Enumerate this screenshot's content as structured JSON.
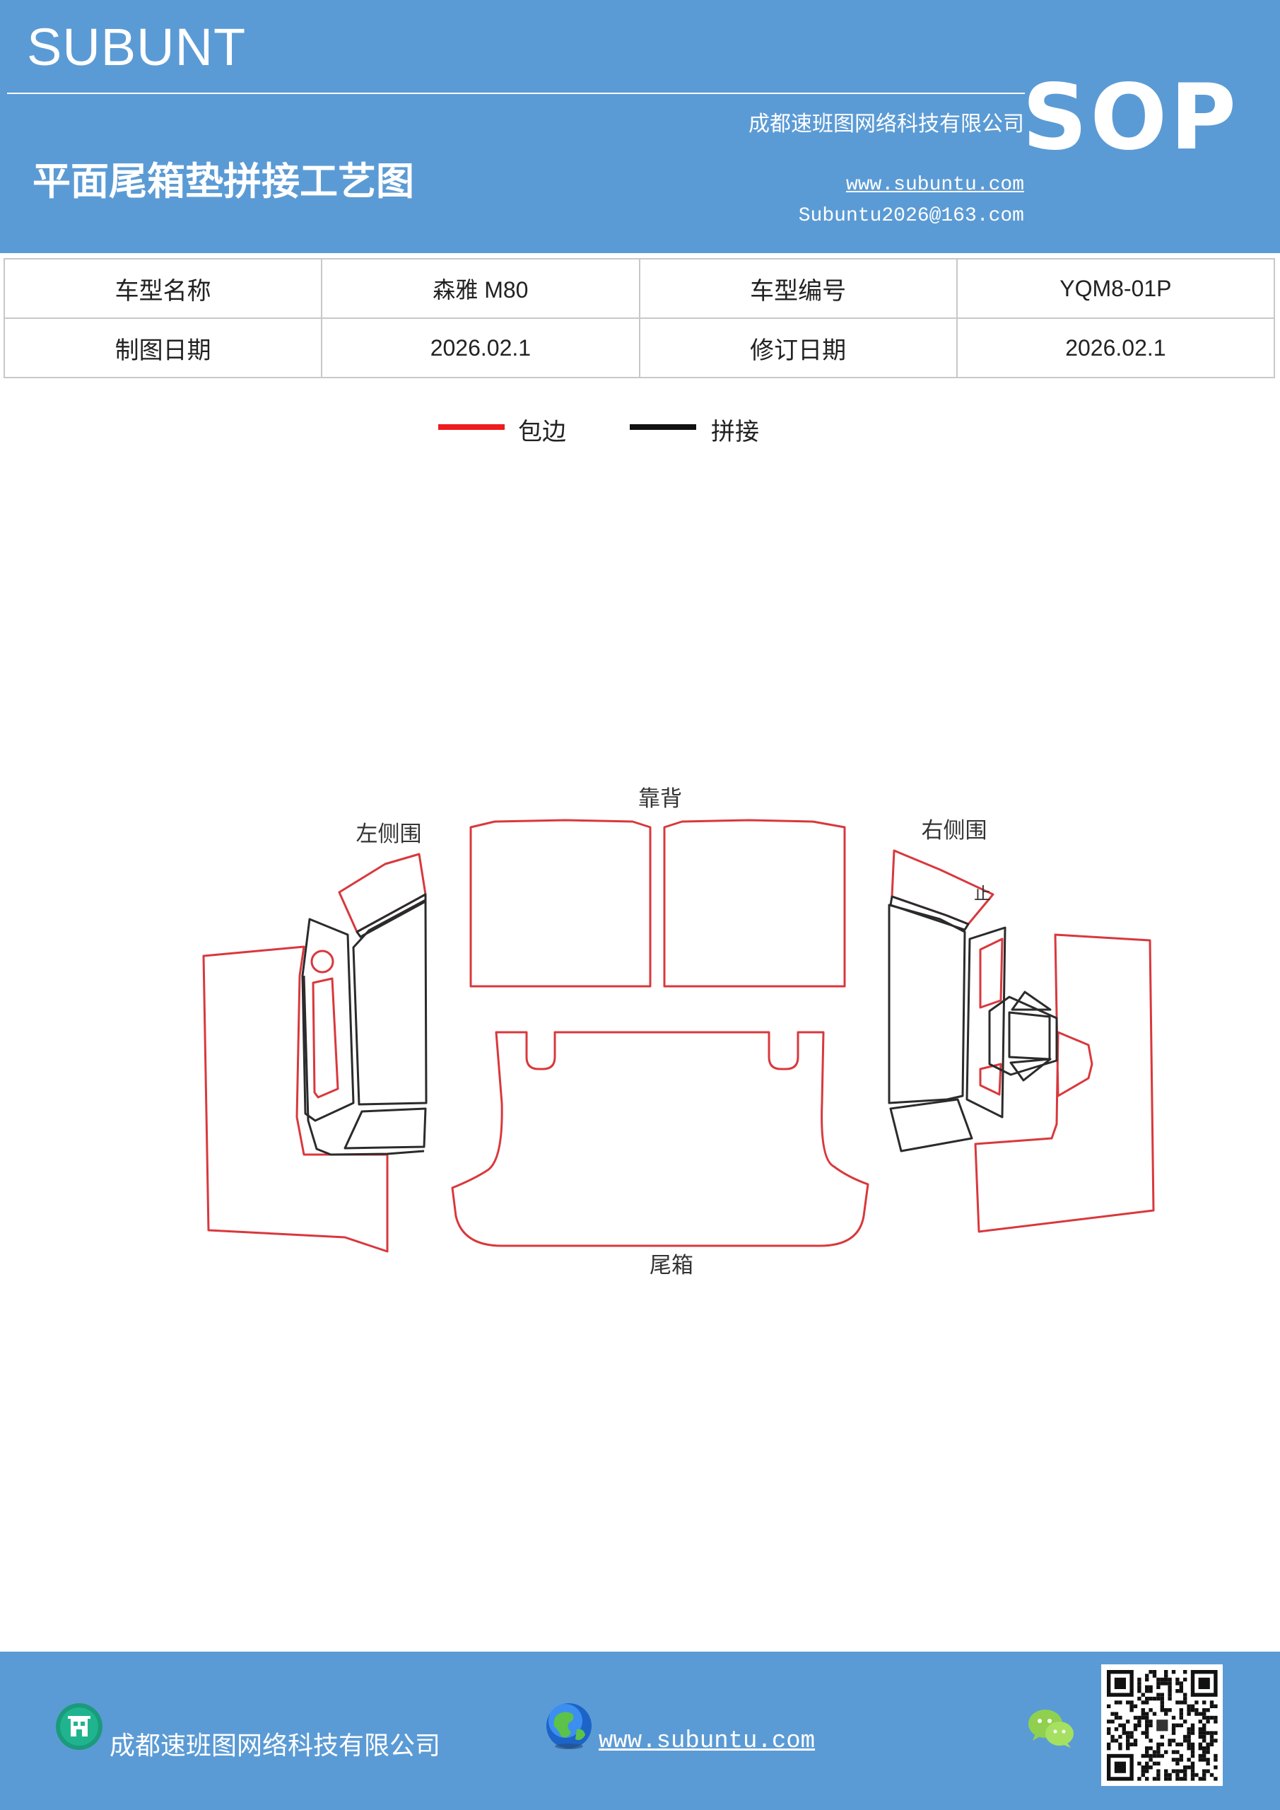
{
  "header": {
    "brand": "SUBUNT",
    "company": "成都速班图网络科技有限公司",
    "title": "平面尾箱垫拼接工艺图",
    "website": "www.subuntu.com",
    "email": "Subuntu2026@163.com",
    "badge": "SOP"
  },
  "info": {
    "model_name_label": "车型名称",
    "model_name": "森雅 M80",
    "model_code_label": "车型编号",
    "model_code": "YQM8-01P",
    "draw_date_label": "制图日期",
    "draw_date": "2026.02.1",
    "revise_date_label": "修订日期",
    "revise_date": "2026.02.1"
  },
  "legend": {
    "edge_label": "包边",
    "edge_color": "#ee1c1c",
    "splice_label": "拼接",
    "splice_color": "#111111"
  },
  "diagram": {
    "left_side": "左侧围",
    "backrest": "靠背",
    "right_side": "右侧围",
    "trunk": "尾箱",
    "mark": "止"
  },
  "footer": {
    "company": "成都速班图网络科技有限公司",
    "website": "www.subuntu.com",
    "building_icon": "building-icon",
    "globe_icon": "globe-icon",
    "wechat_icon": "wechat-icon"
  }
}
